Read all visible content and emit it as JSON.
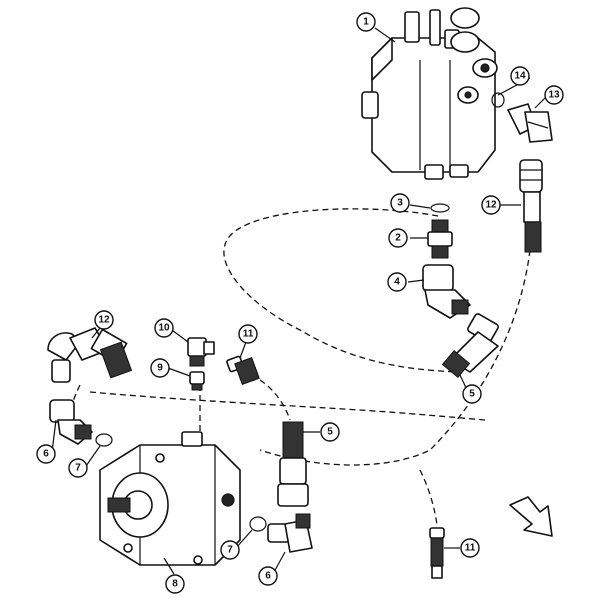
{
  "callouts": [
    {
      "id": "c1",
      "label": "1"
    },
    {
      "id": "c2",
      "label": "2"
    },
    {
      "id": "c3",
      "label": "3"
    },
    {
      "id": "c4",
      "label": "4"
    },
    {
      "id": "c5a",
      "label": "5"
    },
    {
      "id": "c5b",
      "label": "5"
    },
    {
      "id": "c6a",
      "label": "6"
    },
    {
      "id": "c6b",
      "label": "6"
    },
    {
      "id": "c7a",
      "label": "7"
    },
    {
      "id": "c7b",
      "label": "7"
    },
    {
      "id": "c8",
      "label": "8"
    },
    {
      "id": "c9",
      "label": "9"
    },
    {
      "id": "c10",
      "label": "10"
    },
    {
      "id": "c11a",
      "label": "11"
    },
    {
      "id": "c11b",
      "label": "11"
    },
    {
      "id": "c12a",
      "label": "12"
    },
    {
      "id": "c12b",
      "label": "12"
    },
    {
      "id": "c13",
      "label": "13"
    },
    {
      "id": "c14",
      "label": "14"
    }
  ],
  "icons": {
    "direction_arrow": "direction-arrow-icon"
  }
}
